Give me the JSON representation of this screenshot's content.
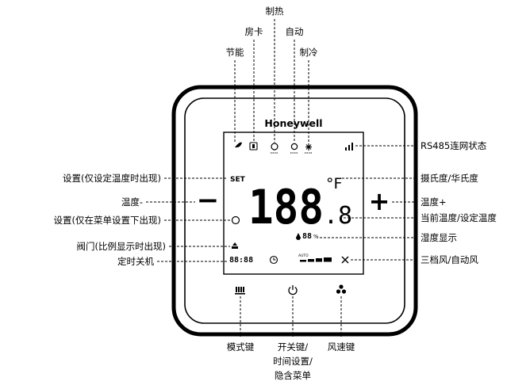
{
  "brand": "Honeywell",
  "top_labels": {
    "heating": "制热",
    "room_card": "房卡",
    "auto": "自动",
    "energy_saving": "节能",
    "cooling": "制冷"
  },
  "left_labels": {
    "setting_temp": "设置(仅设定温度时出现)",
    "temp_down": "温度-",
    "setting_menu": "设置(仅在菜单设置下出现)",
    "valve": "阀门(比例显示时出现)",
    "timer_off": "定时关机"
  },
  "right_labels": {
    "rs485": "RS485连网状态",
    "fahrenheit_celsius": "摄氏度/华氏度",
    "temp_up": "温度+",
    "current_set_temp": "当前温度/设定温度",
    "humidity": "湿度显示",
    "fan": "三档风/自动风"
  },
  "bottom_labels": {
    "mode_key": "模式键",
    "power_key_lines": [
      "开关键/",
      "时间设置/",
      "隐含菜单"
    ],
    "fan_key": "风速键"
  },
  "display": {
    "set": "SET",
    "main_digits": "188",
    "unit": "°F",
    "decimal_digit": ".8",
    "humidity_value": "88",
    "humidity_unit": "%",
    "timer_digits": "88:88",
    "fan_auto": "AUTO",
    "minus": "−",
    "plus": "+"
  }
}
